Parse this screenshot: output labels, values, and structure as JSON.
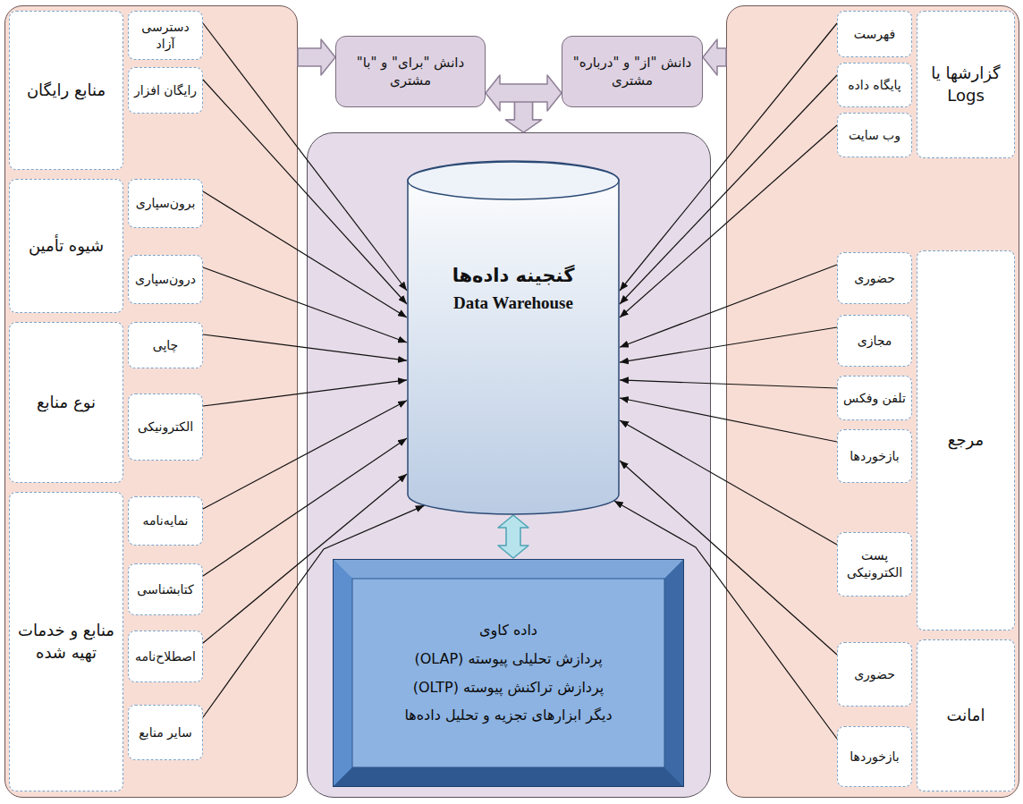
{
  "diagram": {
    "nodes": [
      {
        "text": []
      },
      {
        "text": [
          "گزارشها یا Logs"
        ],
        "in": 0
      },
      {
        "text": [
          "فهرست"
        ],
        "in": 0
      },
      {
        "text": [
          "پایگاه داده"
        ],
        "in": 0
      },
      {
        "text": [
          "وب سایت"
        ],
        "in": 0
      },
      {
        "text": [
          "مرجع"
        ],
        "in": 0
      },
      {
        "text": [
          "حضوری"
        ],
        "in": 0
      },
      {
        "text": [
          "مجازی"
        ],
        "in": 0
      },
      {
        "text": [
          "تلفن وفکس"
        ],
        "in": 0
      },
      {
        "text": [
          "بازخوردها"
        ],
        "in": 0
      },
      {
        "text": [
          "پست الکترونیکی"
        ],
        "in": 0
      },
      {
        "text": [
          "امانت"
        ],
        "in": 0
      },
      {
        "text": [
          "حضوری"
        ],
        "in": 0
      },
      {
        "text": [
          "بازخوردها"
        ],
        "in": 0
      },
      {
        "text": []
      },
      {
        "text": [
          "منابع رایگان"
        ],
        "in": 14
      },
      {
        "text": [
          "دسترسی آزاد"
        ],
        "in": 14
      },
      {
        "text": [
          "رایگان افزار"
        ],
        "in": 14
      },
      {
        "text": [
          "شیوه تأمین"
        ],
        "in": 14
      },
      {
        "text": [
          "برون‌سپاری"
        ],
        "in": 14
      },
      {
        "text": [
          "درون‌سپاری"
        ],
        "in": 14
      },
      {
        "text": [
          "نوع منابع"
        ],
        "in": 14
      },
      {
        "text": [
          "چاپی"
        ],
        "in": 14
      },
      {
        "text": [
          "الکترونیکی"
        ],
        "in": 14
      },
      {
        "text": [
          "منابع و خدمات تهیه شده"
        ],
        "in": 14
      },
      {
        "text": [
          "نمایه‌نامه"
        ],
        "in": 14
      },
      {
        "text": [
          "کتابشناسی"
        ],
        "in": 14
      },
      {
        "text": [
          "اصطلاح‌نامه"
        ],
        "in": 14
      },
      {
        "text": [
          "سایر منابع"
        ],
        "in": 14
      },
      {
        "text": [
          "دانش \"از\" و \"درباره\" مشتری"
        ]
      },
      {
        "text": [
          "دانش \"برای\" و \"با\" مشتری"
        ]
      },
      {
        "text": []
      },
      {
        "text": [
          "گنجینه داده‌ها",
          "Data Warehouse"
        ],
        "in": 31
      },
      {
        "text": [
          "داده کاوی",
          "پردازش تحلیلی پیوسته (OLAP)",
          "پردازش تراکنش پیوسته (OLTP)",
          "دیگر ابزارهای تجزیه و تحلیل داده‌ها"
        ],
        "in": 31
      }
    ],
    "edges": [
      {
        "from": 2,
        "to": 32,
        "arrow": "to"
      },
      {
        "from": 3,
        "to": 32,
        "arrow": "to"
      },
      {
        "from": 4,
        "to": 32,
        "arrow": "to"
      },
      {
        "from": 6,
        "to": 32,
        "arrow": "to"
      },
      {
        "from": 7,
        "to": 32,
        "arrow": "to"
      },
      {
        "from": 8,
        "to": 32,
        "arrow": "to"
      },
      {
        "from": 9,
        "to": 32,
        "arrow": "to"
      },
      {
        "from": 10,
        "to": 32,
        "arrow": "to"
      },
      {
        "from": 12,
        "to": 32,
        "arrow": "to"
      },
      {
        "from": 13,
        "to": 32,
        "arrow": "to"
      },
      {
        "from": 16,
        "to": 32,
        "arrow": "to"
      },
      {
        "from": 17,
        "to": 32,
        "arrow": "to"
      },
      {
        "from": 19,
        "to": 32,
        "arrow": "to"
      },
      {
        "from": 20,
        "to": 32,
        "arrow": "to"
      },
      {
        "from": 22,
        "to": 32,
        "arrow": "to"
      },
      {
        "from": 23,
        "to": 32,
        "arrow": "to"
      },
      {
        "from": 25,
        "to": 32,
        "arrow": "to"
      },
      {
        "from": 26,
        "to": 32,
        "arrow": "to"
      },
      {
        "from": 27,
        "to": 32,
        "arrow": "to"
      },
      {
        "from": 28,
        "to": 32,
        "arrow": "to"
      },
      {
        "from": 14,
        "to": 30,
        "arrow": "to"
      },
      {
        "from": 0,
        "to": 29,
        "arrow": "to"
      },
      {
        "from": 30,
        "to": 29,
        "arrow": "both"
      },
      {
        "from": 30,
        "to": 31,
        "arrow": "to"
      },
      {
        "from": 29,
        "to": 31,
        "arrow": "to"
      },
      {
        "from": 32,
        "to": 33,
        "arrow": "both"
      }
    ]
  }
}
